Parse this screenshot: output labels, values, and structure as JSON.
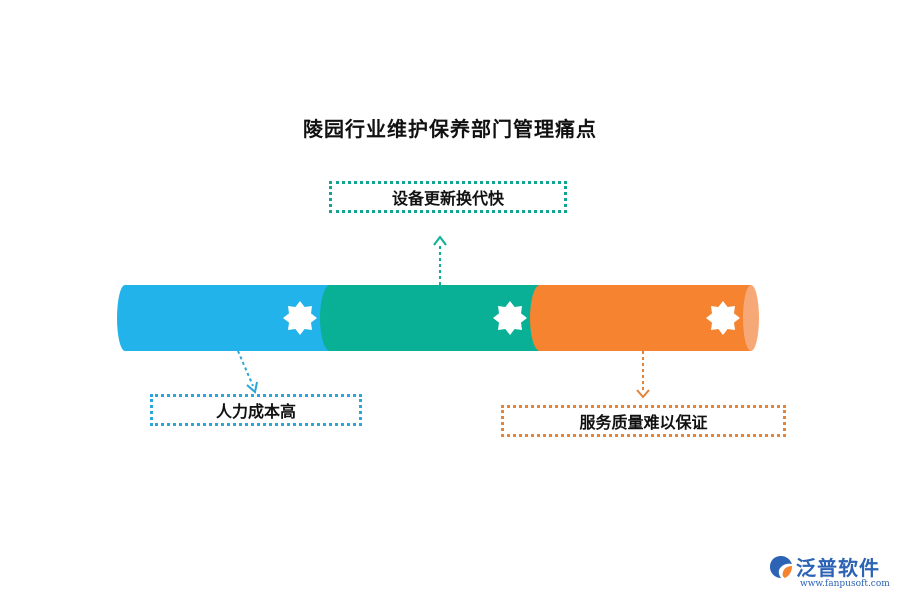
{
  "title": "陵园行业维护保养部门管理痛点",
  "pain_points": {
    "top": "设备更新换代快",
    "left": "人力成本高",
    "right": "服务质量难以保证"
  },
  "segments": [
    {
      "name": "blue",
      "color": "#21b3ea"
    },
    {
      "name": "green",
      "color": "#0ab095"
    },
    {
      "name": "orange",
      "color": "#f5832f"
    }
  ],
  "watermark": {
    "name": "泛普软件",
    "url": "www.fanpusoft.com"
  }
}
